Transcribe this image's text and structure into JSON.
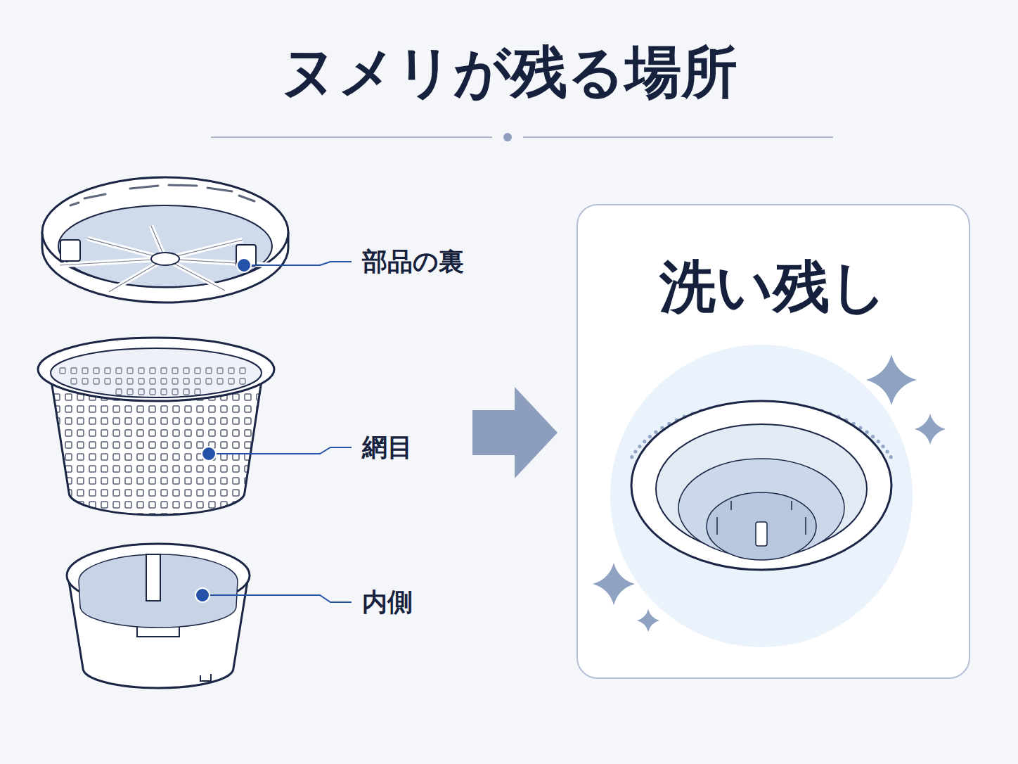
{
  "diagram": {
    "title": "ヌメリが残る場所",
    "nodes": [
      {
        "text": [
          "洗い残し"
        ]
      }
    ],
    "labels": [
      "部品の裏",
      "網目",
      "内側"
    ]
  }
}
